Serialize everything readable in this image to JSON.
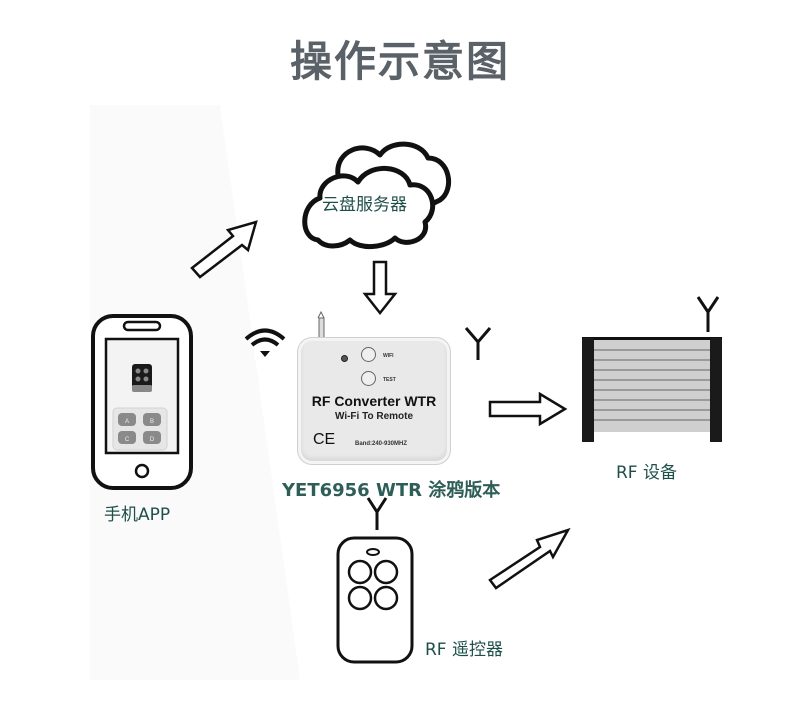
{
  "title": "操作示意图",
  "nodes": {
    "cloud": {
      "label": "云盘服务器",
      "icon": "cloud-icon"
    },
    "phone": {
      "label": "手机APP",
      "icon": "smartphone-icon",
      "screen_buttons": [
        "A",
        "B",
        "C",
        "D"
      ]
    },
    "converter": {
      "caption": "YET6956 WTR 涂鸦版本",
      "product_title": "RF Converter  WTR",
      "product_subtitle": "Wi-Fi To Remote",
      "button_wifi": "WIFI",
      "button_test": "TEST",
      "ce_mark": "CE",
      "band": "Band:240-930MHZ"
    },
    "device": {
      "label": "RF 设备",
      "icon": "rolling-door-icon"
    },
    "remote": {
      "label": "RF 遥控器",
      "icon": "remote-control-icon"
    }
  },
  "colors": {
    "title": "#5a6168",
    "label": "#1f4f4a",
    "outline": "#111111",
    "door_slats": "#c8c8c8"
  }
}
